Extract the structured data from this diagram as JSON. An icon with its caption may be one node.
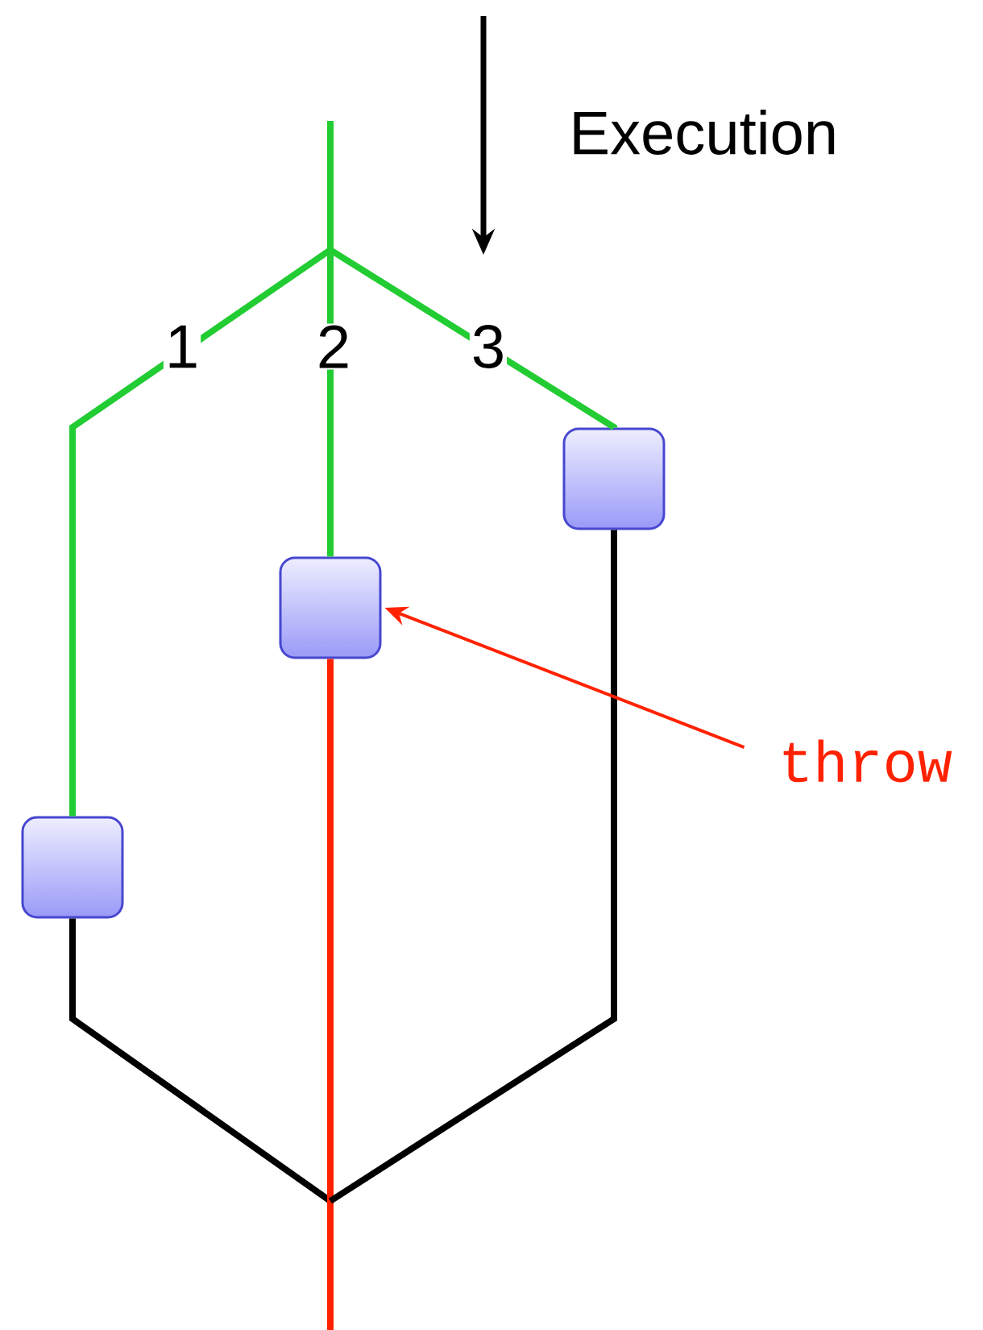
{
  "diagram": {
    "nodes": [
      {
        "text": [],
        "shape": "box"
      },
      {
        "text": [],
        "shape": "box"
      },
      {
        "text": [],
        "shape": "box"
      },
      {
        "text": [
          "throw"
        ]
      }
    ],
    "edges": [
      {
        "from": null,
        "to": 0,
        "arrow": "none",
        "label": "1",
        "color": "#22cc33"
      },
      {
        "from": null,
        "to": 1,
        "arrow": "none",
        "label": "2",
        "color": "#22cc33"
      },
      {
        "from": null,
        "to": 2,
        "arrow": "none",
        "label": "3",
        "color": "#22cc33"
      },
      {
        "from": 0,
        "to": null,
        "arrow": "none",
        "color": "#000000"
      },
      {
        "from": 1,
        "to": null,
        "arrow": "none",
        "color": "#ff2200"
      },
      {
        "from": 2,
        "to": null,
        "arrow": "none",
        "color": "#000000"
      },
      {
        "from": 3,
        "to": 1,
        "arrow": "to",
        "color": "#ff2200"
      }
    ],
    "labels": [
      "Execution"
    ]
  }
}
